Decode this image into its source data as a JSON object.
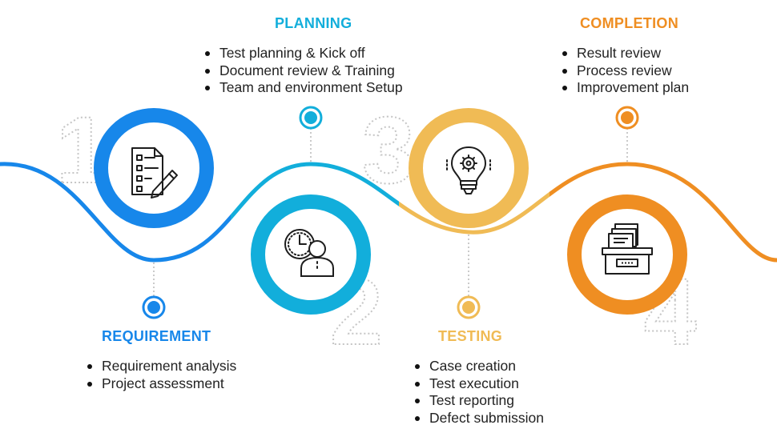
{
  "colors": {
    "requirement": "#1787ea",
    "planning": "#12aedb",
    "testing": "#f0bb55",
    "completion": "#ef8e22",
    "outline": "#c8c8c8",
    "icon": "#1d1d1d"
  },
  "stages": [
    {
      "id": "requirement",
      "number": "1",
      "title": "REQUIREMENT",
      "icon": "checklist-pencil-icon",
      "items": [
        "Requirement analysis",
        "Project assessment"
      ]
    },
    {
      "id": "planning",
      "number": "2",
      "title": "PLANNING",
      "icon": "clock-person-icon",
      "items": [
        "Test planning & Kick off",
        "Document review & Training",
        "Team and environment Setup"
      ]
    },
    {
      "id": "testing",
      "number": "3",
      "title": "TESTING",
      "icon": "lightbulb-gear-icon",
      "items": [
        "Case creation",
        "Test execution",
        "Test reporting",
        "Defect submission"
      ]
    },
    {
      "id": "completion",
      "number": "4",
      "title": "COMPLETION",
      "icon": "archive-box-icon",
      "items": [
        "Result review",
        "Process review",
        "Improvement plan"
      ]
    }
  ]
}
